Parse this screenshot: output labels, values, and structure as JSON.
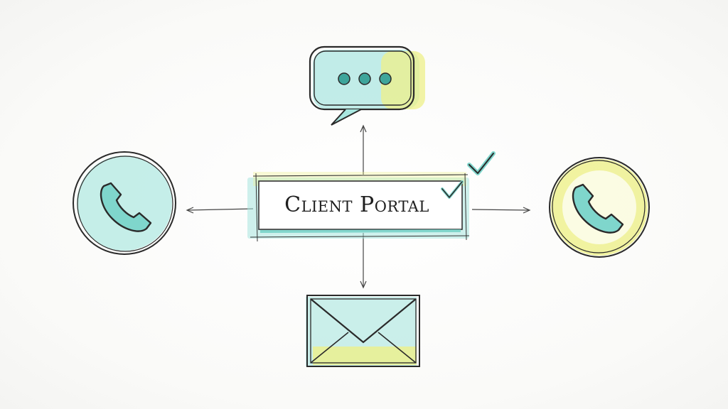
{
  "diagram": {
    "center_node": {
      "label": "Client Portal",
      "icon": "check-icon"
    },
    "nodes": [
      {
        "id": "chat",
        "icon": "chat-bubble-icon"
      },
      {
        "id": "phone-left",
        "icon": "phone-icon"
      },
      {
        "id": "phone-right",
        "icon": "phone-icon"
      },
      {
        "id": "email",
        "icon": "envelope-icon"
      }
    ],
    "connections": [
      {
        "from": "client-portal",
        "to": "chat"
      },
      {
        "from": "client-portal",
        "to": "phone-left"
      },
      {
        "from": "client-portal",
        "to": "phone-right"
      },
      {
        "from": "client-portal",
        "to": "email"
      }
    ],
    "colors": {
      "ink": "#2a2a2a",
      "teal": "#7fd6cc",
      "yellow": "#eef08a"
    }
  }
}
